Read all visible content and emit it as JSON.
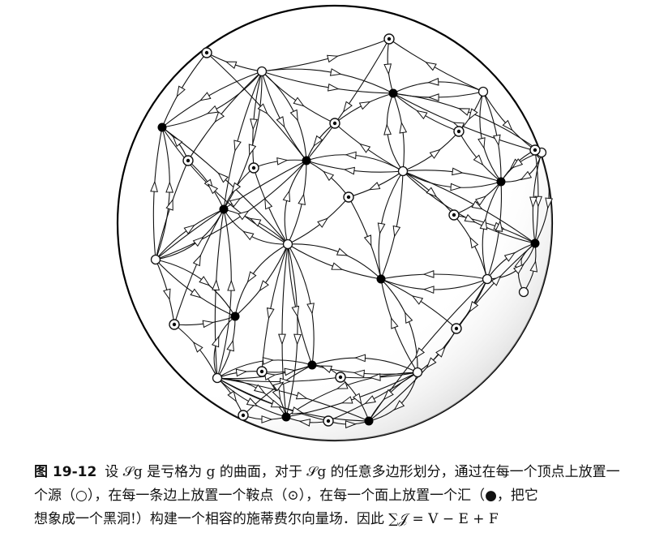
{
  "caption": {
    "number": "图 19-12",
    "line1": "设 𝒮g 是亏格为 g 的曲面，对于 𝒮g 的任意多边形划分，通过在每一个顶点上放置一",
    "line2": "个源（○），在每一条边上放置一个鞍点（⊙），在每一个面上放置一个汇（●，把它",
    "line3": "想象成一个黑洞!）构建一个相容的施蒂费尔向量场．因此 ∑𝒥 = V − E + F"
  },
  "legend": {
    "source": "○",
    "saddle": "⊙",
    "sink": "●"
  }
}
